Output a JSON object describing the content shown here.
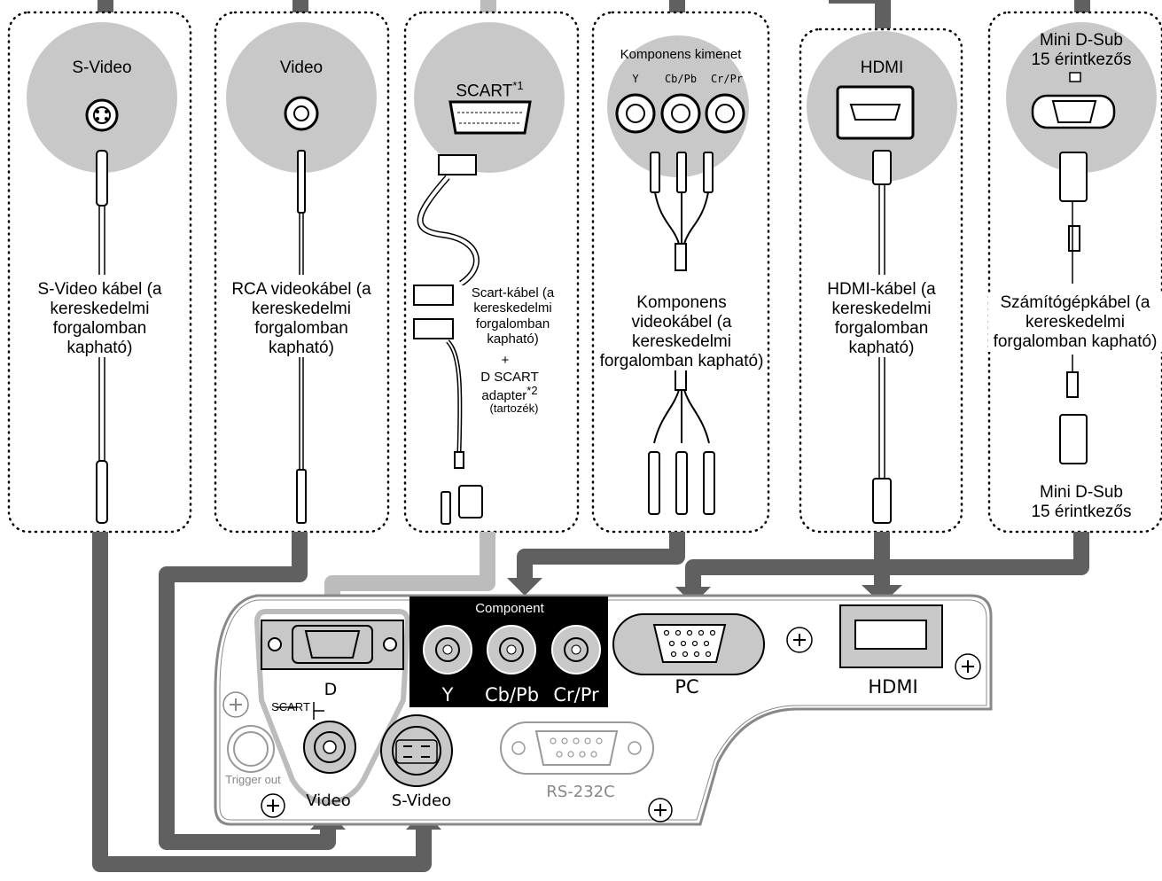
{
  "sources": [
    {
      "connector_label": "S-Video",
      "cable_label": "S-Video kábel (a kereskedelmi forgalomban kapható)"
    },
    {
      "connector_label": "Video",
      "cable_label": "RCA videokábel (a kereskedelmi forgalomban kapható)"
    },
    {
      "connector_label": "SCART",
      "connector_note": "*1",
      "cable_label": "Scart-kábel (a kereskedelmi forgalomban kapható)",
      "plus": "+",
      "adapter_label": "D SCART adapter",
      "adapter_note": "*2",
      "adapter_sub": "(tartozék)"
    },
    {
      "connector_label": "Komponens kimenet",
      "jacks": [
        "Y",
        "Cb/Pb",
        "Cr/Pr"
      ],
      "cable_label": "Komponens videokábel (a kereskedelmi forgalomban kapható)"
    },
    {
      "connector_label": "HDMI",
      "cable_label": "HDMI-kábel (a kereskedelmi forgalomban kapható)"
    },
    {
      "connector_label": "Mini D-Sub 15 érintkezős",
      "cable_label": "Számítógépkábel (a kereskedelmi forgalomban kapható)",
      "end_label": "Mini D-Sub 15 érintkezős"
    }
  ],
  "panel": {
    "component_title": "Component",
    "component_ports": [
      "Y",
      "Cb/Pb",
      "Cr/Pr"
    ],
    "pc": "PC",
    "hdmi": "HDMI",
    "d_label": "D",
    "scart_label": "SCART",
    "trigger": "Trigger out",
    "video": "Video",
    "svideo": "S-Video",
    "rs232": "RS-232C"
  },
  "colors": {
    "cable_dark": "#606060",
    "cable_light": "#bcbcbc",
    "circle": "#c8c8c8",
    "panel_black": "#000000"
  }
}
